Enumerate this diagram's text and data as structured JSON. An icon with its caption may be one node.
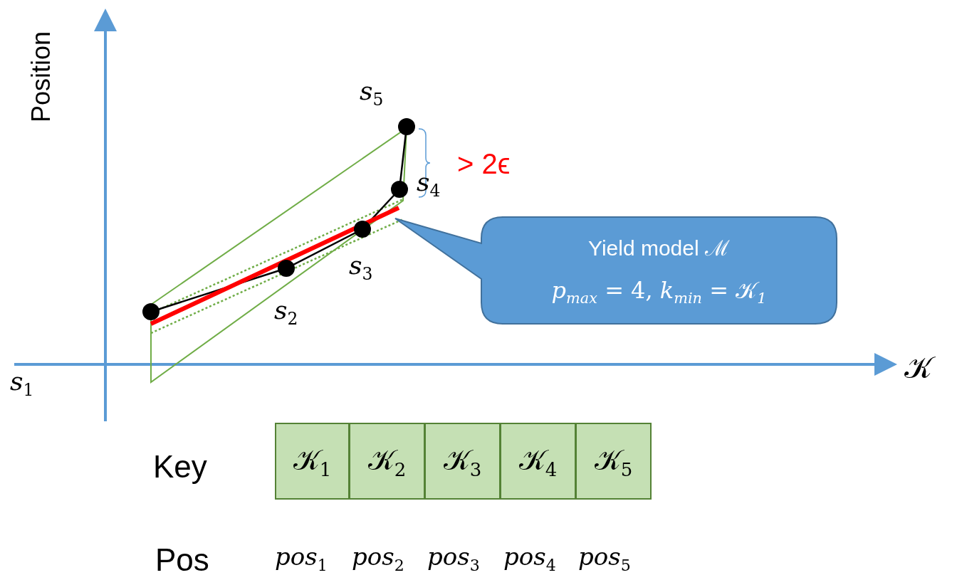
{
  "diagram": {
    "nodes": [
      {
        "text": [
          "Yield model ℳ",
          "*p*$_{max}$ = 4, *k*$_{min}$ = 𝒦$_{1}$"
        ]
      }
    ],
    "edges": [],
    "labels": [
      "Position",
      "*s*$_{5}$",
      "*s*$_{4}$",
      "> 2ϵ",
      "*s*$_{3}$",
      "*s*$_{2}$",
      "*s*$_{1}$",
      "𝒦",
      "Key",
      "𝒦$_{1}$",
      "𝒦$_{2}$",
      "𝒦$_{3}$",
      "𝒦$_{4}$",
      "𝒦$_{5}$",
      "Pos",
      "*pos*$_{1}$",
      "*pos*$_{2}$",
      "*pos*$_{3}$",
      "*pos*$_{4}$",
      "*pos*$_{5}$"
    ]
  }
}
